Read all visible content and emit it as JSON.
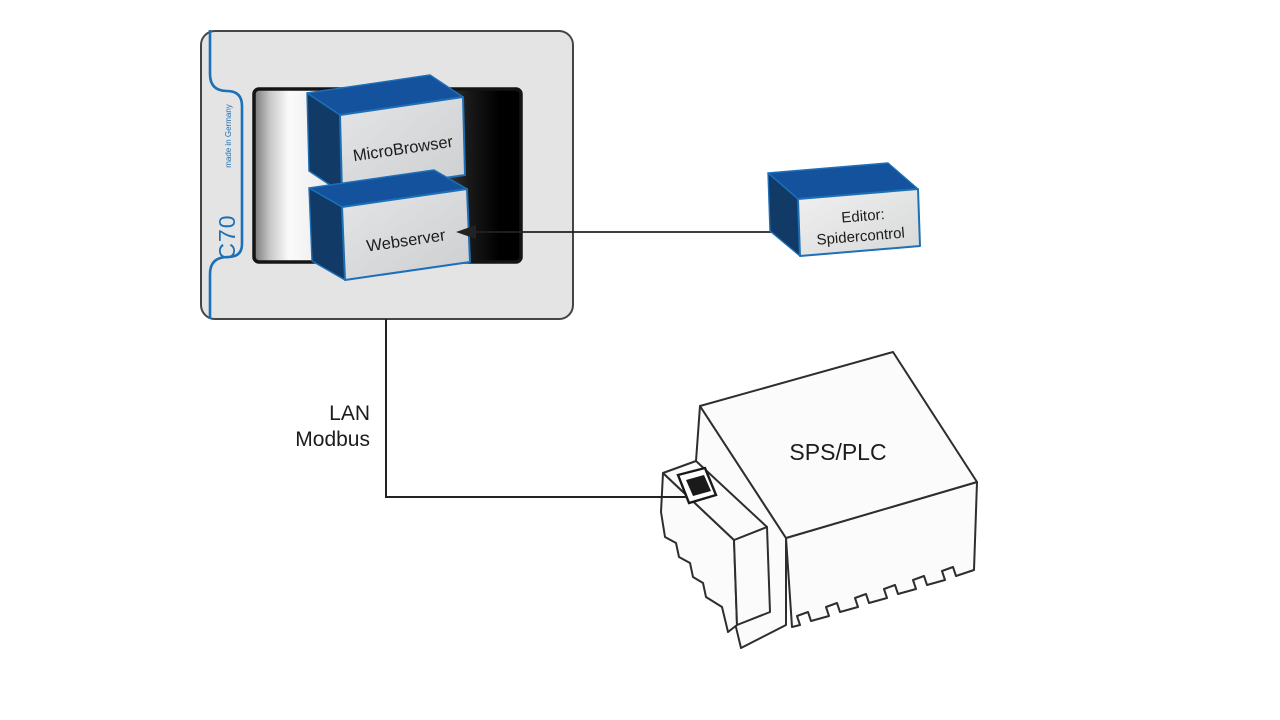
{
  "diagram": {
    "hmi_device": {
      "model": "C70",
      "origin": "made in Germany",
      "modules": [
        {
          "label": "MicroBrowser"
        },
        {
          "label": "Webserver"
        }
      ]
    },
    "editor": {
      "line1": "Editor:",
      "line2": "Spidercontrol"
    },
    "plc": {
      "label": "SPS/PLC"
    },
    "connection": {
      "line1": "LAN",
      "line2": "Modbus"
    }
  },
  "colors": {
    "accent_blue": "#1d70b7",
    "box_top_blue": "#15529e",
    "box_side_navy": "#123a66",
    "panel_gray": "#e4e4e4",
    "panel_border": "#454545",
    "line_black": "#222222"
  }
}
